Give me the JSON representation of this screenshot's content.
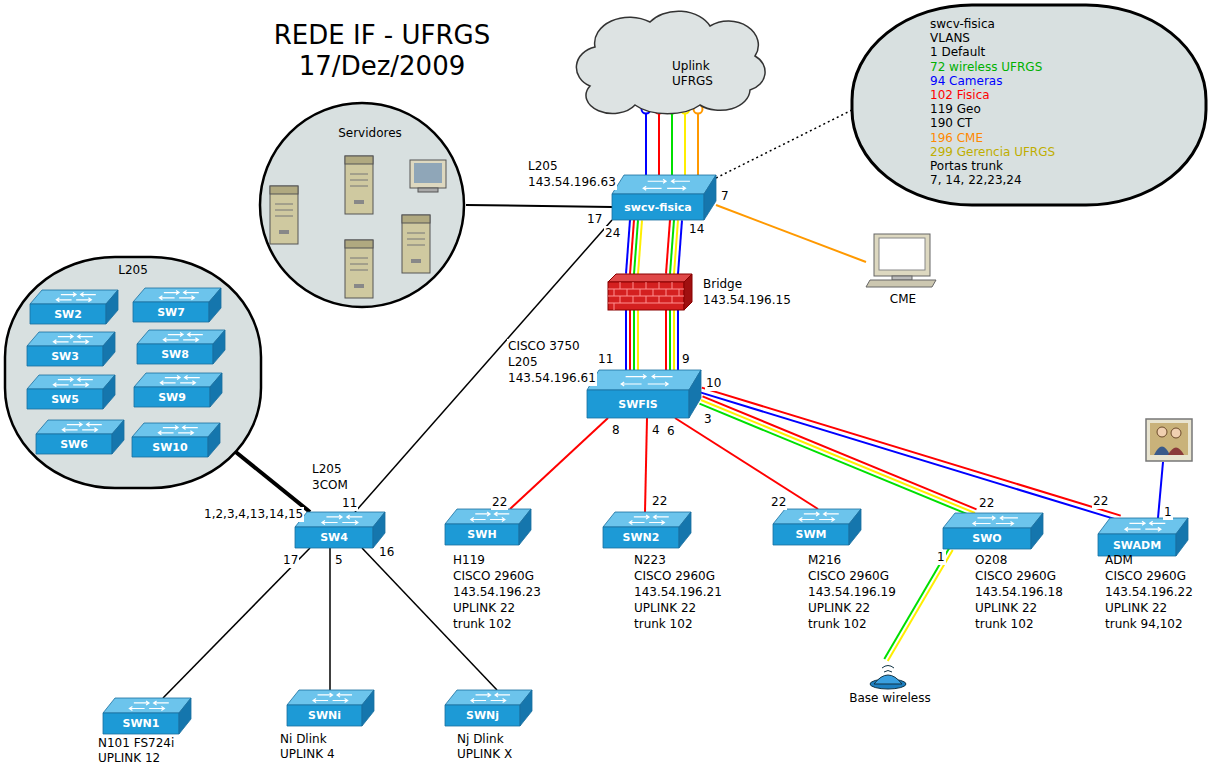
{
  "diagram": {
    "title": "REDE IF - UFRGS 17/Dez/2009",
    "nodes": [
      {
        "text": [
          "Uplink",
          "UFRGS"
        ]
      },
      {
        "text": [
          "swcv-fisica",
          "VLANS",
          "1 Default",
          "72 wireless UFRGS",
          "94 Cameras",
          "102 Fisica",
          "119 Geo",
          "190 CT",
          "196 CME",
          "299 Gerencia UFRGS",
          "Portas trunk",
          "7, 14, 22,23,24"
        ]
      },
      {
        "text": [
          "Servidores"
        ]
      },
      {
        "text": [
          "swcv-fisica"
        ]
      },
      {
        "text": [
          "CME"
        ]
      },
      {
        "text": [
          "Bridge",
          "143.54.196.15"
        ]
      },
      {
        "text": [
          "L205"
        ]
      },
      {
        "text": [
          "SW2"
        ],
        "in": 6
      },
      {
        "text": [
          "SW7"
        ],
        "in": 6
      },
      {
        "text": [
          "SW3"
        ],
        "in": 6
      },
      {
        "text": [
          "SW8"
        ],
        "in": 6
      },
      {
        "text": [
          "SW5"
        ],
        "in": 6
      },
      {
        "text": [
          "SW9"
        ],
        "in": 6
      },
      {
        "text": [
          "SW6"
        ],
        "in": 6
      },
      {
        "text": [
          "SW10"
        ],
        "in": 6
      },
      {
        "text": [
          "SWFIS"
        ]
      },
      {
        "text": [
          "SW4"
        ]
      },
      {
        "text": [
          "SWH",
          "H119",
          "CISCO 2960G",
          "143.54.196.23",
          "UPLINK 22",
          "trunk 102"
        ]
      },
      {
        "text": [
          "SWN2",
          "N223",
          "CISCO 2960G",
          "143.54.196.21",
          "UPLINK 22",
          "trunk 102"
        ]
      },
      {
        "text": [
          "SWM",
          "M216",
          "CISCO 2960G",
          "143.54.196.19",
          "UPLINK 22",
          "trunk 102"
        ]
      },
      {
        "text": [
          "SWO",
          "O208",
          "CISCO 2960G",
          "143.54.196.18",
          "UPLINK 22",
          "trunk 102"
        ]
      },
      {
        "text": [
          "SWADM",
          "ADM",
          "CISCO 2960G",
          "143.54.196.22",
          "UPLINK 22",
          "trunk 94,102"
        ]
      },
      {
        "text": [
          "Base wireless"
        ]
      },
      {
        "text": [
          "SWN1",
          "N101 FS724i",
          "UPLINK 12"
        ]
      },
      {
        "text": [
          "SWNi",
          "Ni Dlink",
          "UPLINK 4"
        ]
      },
      {
        "text": [
          "SWNj",
          "Nj Dlink",
          "UPLINK X"
        ]
      }
    ],
    "edges": [
      {
        "from": 0,
        "to": 3,
        "arrow": "none"
      },
      {
        "from": 3,
        "to": 1,
        "arrow": "none"
      },
      {
        "from": 3,
        "to": 2,
        "arrow": "none"
      },
      {
        "from": 3,
        "to": 4,
        "arrow": "none"
      },
      {
        "from": 3,
        "to": 5,
        "arrow": "none"
      },
      {
        "from": 3,
        "to": 5,
        "arrow": "none"
      },
      {
        "from": 5,
        "to": 15,
        "arrow": "none"
      },
      {
        "from": 5,
        "to": 15,
        "arrow": "none"
      },
      {
        "from": 3,
        "to": 16,
        "arrow": "none"
      },
      {
        "from": 6,
        "to": 16,
        "arrow": "none"
      },
      {
        "from": 15,
        "to": 17,
        "arrow": "none"
      },
      {
        "from": 15,
        "to": 18,
        "arrow": "none"
      },
      {
        "from": 15,
        "to": 19,
        "arrow": "none"
      },
      {
        "from": 15,
        "to": 20,
        "arrow": "none"
      },
      {
        "from": 15,
        "to": 21,
        "arrow": "none"
      },
      {
        "from": 20,
        "to": 22,
        "arrow": "none"
      },
      {
        "from": 16,
        "to": 23,
        "arrow": "none"
      },
      {
        "from": 16,
        "to": 24,
        "arrow": "none"
      },
      {
        "from": 16,
        "to": 25,
        "arrow": "none"
      }
    ],
    "labels": [
      "L205",
      "143.54.196.63",
      "17",
      "24",
      "14",
      "7",
      "CISCO 3750",
      "L205",
      "143.54.196.61",
      "11",
      "9",
      "10",
      "8",
      "4",
      "6",
      "3",
      "L205",
      "3COM",
      "1,2,3,4,13,14,15",
      "11",
      "17",
      "5",
      "16",
      "22",
      "22",
      "22",
      "22",
      "1",
      "22",
      "1"
    ]
  }
}
